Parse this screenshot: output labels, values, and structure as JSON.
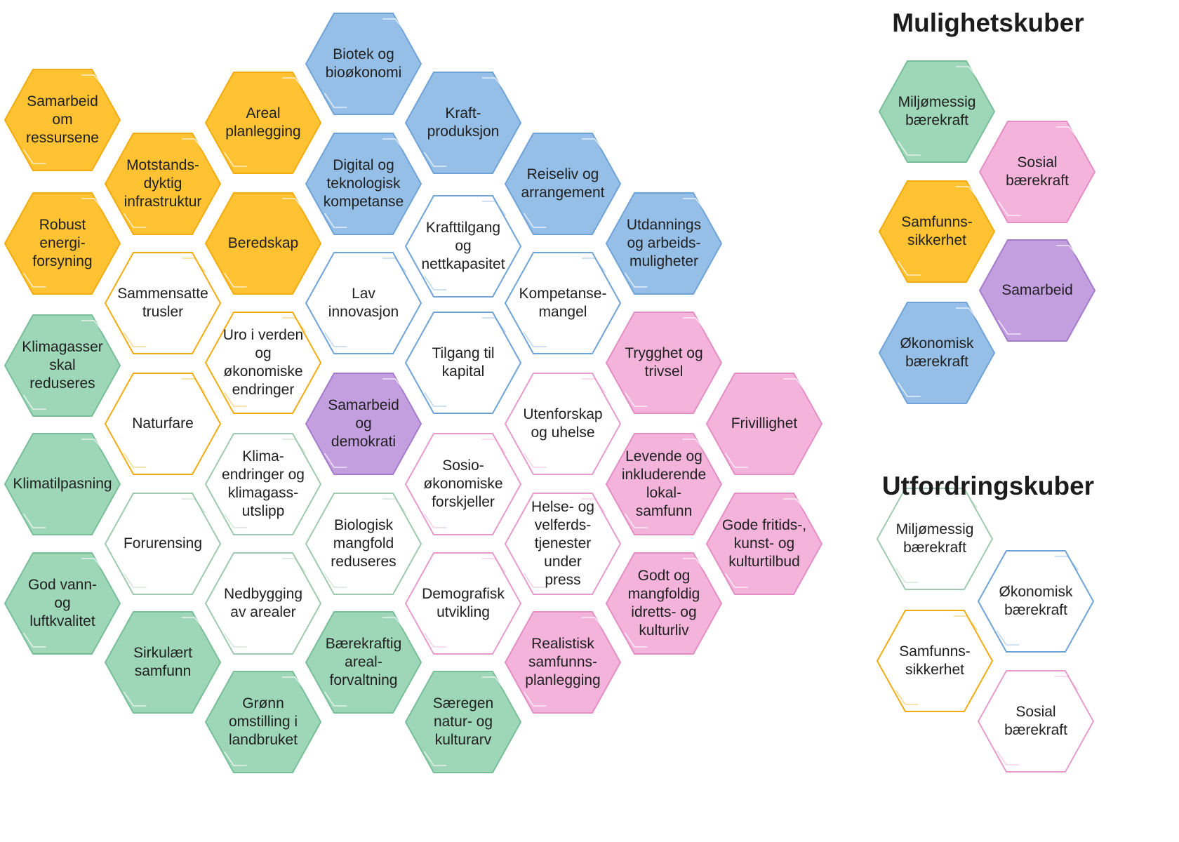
{
  "colors": {
    "orange": {
      "fill": "#FEC233",
      "stroke": "#F2AC10"
    },
    "blue": {
      "fill": "#96BFE8",
      "stroke": "#6FA3D8"
    },
    "green": {
      "fill": "#9ED6B8",
      "stroke": "#78BF99"
    },
    "pink": {
      "fill": "#F3B3DA",
      "stroke": "#E38EC4"
    },
    "purple": {
      "fill": "#C39FE0",
      "stroke": "#A47CCB"
    },
    "outline_orange": "#F2AC10",
    "outline_blue": "#6FA3D8",
    "outline_green": "#9FC9B0",
    "outline_pink": "#E79BCD"
  },
  "legend": {
    "opportunity_heading": "Mulighetskuber",
    "challenge_heading": "Utfordringskuber"
  },
  "hexagons": [
    {
      "label": "Samarbeid om\nressursene",
      "color": "orange",
      "filled": true
    },
    {
      "label": "Motstands-\ndyktig\ninfrastruktur",
      "color": "orange",
      "filled": true
    },
    {
      "label": "Areal\nplanlegging",
      "color": "orange",
      "filled": true
    },
    {
      "label": "Robust energi-\nforsyning",
      "color": "orange",
      "filled": true
    },
    {
      "label": "Beredskap",
      "color": "orange",
      "filled": true
    },
    {
      "label": "Biotek og\nbioøkonomi",
      "color": "blue",
      "filled": true
    },
    {
      "label": "Kraft-\nproduksjon",
      "color": "blue",
      "filled": true
    },
    {
      "label": "Digital og\nteknologisk\nkompetanse",
      "color": "blue",
      "filled": true
    },
    {
      "label": "Reiseliv og\narrangement",
      "color": "blue",
      "filled": true
    },
    {
      "label": "Utdannings\nog arbeids-\nmuligheter",
      "color": "blue",
      "filled": true
    },
    {
      "label": "Sammensatte\ntrusler",
      "color": "orange",
      "filled": false
    },
    {
      "label": "Uro i verden\nog økonomiske\nendringer",
      "color": "orange",
      "filled": false
    },
    {
      "label": "Naturfare",
      "color": "orange",
      "filled": false
    },
    {
      "label": "Krafttilgang og\nnettkapasitet",
      "color": "blue",
      "filled": false
    },
    {
      "label": "Lav innovasjon",
      "color": "blue",
      "filled": false
    },
    {
      "label": "Kompetanse-\nmangel",
      "color": "blue",
      "filled": false
    },
    {
      "label": "Tilgang til\nkapital",
      "color": "blue",
      "filled": false
    },
    {
      "label": "Klimagasser\nskal\nreduseres",
      "color": "green",
      "filled": true
    },
    {
      "label": "Klimatilpasning",
      "color": "green",
      "filled": true
    },
    {
      "label": "God vann- og\nluftkvalitet",
      "color": "green",
      "filled": true
    },
    {
      "label": "Sirkulært\nsamfunn",
      "color": "green",
      "filled": true
    },
    {
      "label": "Grønn\nomstilling i\nlandbruket",
      "color": "green",
      "filled": true
    },
    {
      "label": "Bærekraftig\nareal-\nforvaltning",
      "color": "green",
      "filled": true
    },
    {
      "label": "Særegen\nnatur- og\nkulturarv",
      "color": "green",
      "filled": true
    },
    {
      "label": "Forurensing",
      "color": "green",
      "filled": false
    },
    {
      "label": "Klima-\nendringer og\nklimagass-\nutslipp",
      "color": "green",
      "filled": false
    },
    {
      "label": "Nedbygging\nav arealer",
      "color": "green",
      "filled": false
    },
    {
      "label": "Biologisk\nmangfold\nreduseres",
      "color": "green",
      "filled": false
    },
    {
      "label": "Samarbeid og\ndemokrati",
      "color": "purple",
      "filled": true
    },
    {
      "label": "Trygghet og\ntrivsel",
      "color": "pink",
      "filled": true
    },
    {
      "label": "Frivillighet",
      "color": "pink",
      "filled": true
    },
    {
      "label": "Levende og\ninkluderende\nlokal-\nsamfunn",
      "color": "pink",
      "filled": true
    },
    {
      "label": "Gode fritids-,\nkunst- og\nkulturtilbud",
      "color": "pink",
      "filled": true
    },
    {
      "label": "Godt og\nmangfoldig\nidretts- og\nkulturliv",
      "color": "pink",
      "filled": true
    },
    {
      "label": "Realistisk\nsamfunns-\nplanlegging",
      "color": "pink",
      "filled": true
    },
    {
      "label": "Utenforskap\nog uhelse",
      "color": "pink",
      "filled": false
    },
    {
      "label": "Sosio-\nøkonomiske\nforskjeller",
      "color": "pink",
      "filled": false
    },
    {
      "label": "Helse- og\nvelferds-\ntjenester under\npress",
      "color": "pink",
      "filled": false
    },
    {
      "label": "Demografisk\nutvikling",
      "color": "pink",
      "filled": false
    },
    {
      "label": "Miljømessig\nbærekraft",
      "color": "green",
      "filled": true
    },
    {
      "label": "Sosial\nbærekraft",
      "color": "pink",
      "filled": true
    },
    {
      "label": "Samfunns-\nsikkerhet",
      "color": "orange",
      "filled": true
    },
    {
      "label": "Samarbeid",
      "color": "purple",
      "filled": true
    },
    {
      "label": "Økonomisk\nbærekraft",
      "color": "blue",
      "filled": true
    },
    {
      "label": "Miljømessig\nbærekraft",
      "color": "green",
      "filled": false
    },
    {
      "label": "Økonomisk\nbærekraft",
      "color": "blue",
      "filled": false
    },
    {
      "label": "Samfunns-\nsikkerhet",
      "color": "orange",
      "filled": false
    },
    {
      "label": "Sosial\nbærekraft",
      "color": "pink",
      "filled": false
    }
  ]
}
